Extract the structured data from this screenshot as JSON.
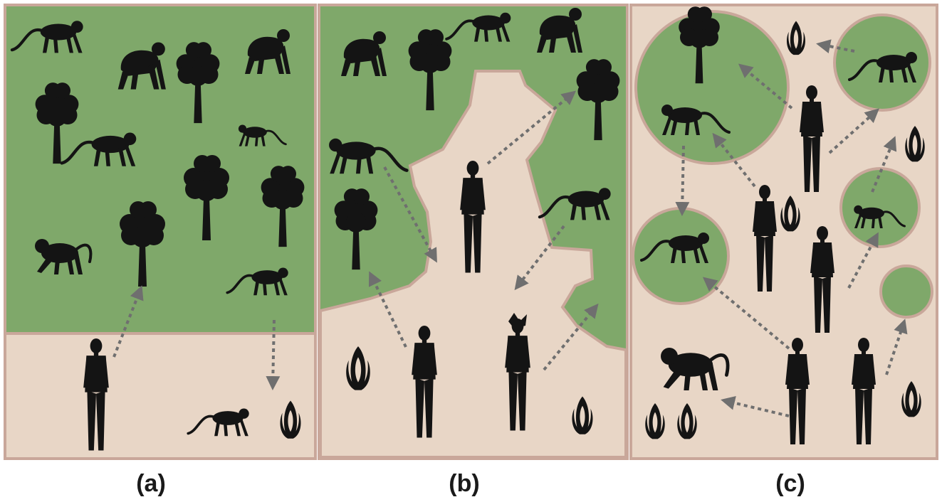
{
  "panels": [
    {
      "label": "(a)"
    },
    {
      "label": "(b)"
    },
    {
      "label": "(c)"
    }
  ],
  "colors": {
    "forest": "#7fa86a",
    "farmland": "#e8d6c6",
    "border": "#c9a79a",
    "silhouette": "#141414",
    "arrow": "#6f6f6f"
  },
  "icons": [
    "monkey-icon",
    "tree-icon",
    "person-icon",
    "crop-icon",
    "baboon-icon",
    "dashed-arrow"
  ]
}
